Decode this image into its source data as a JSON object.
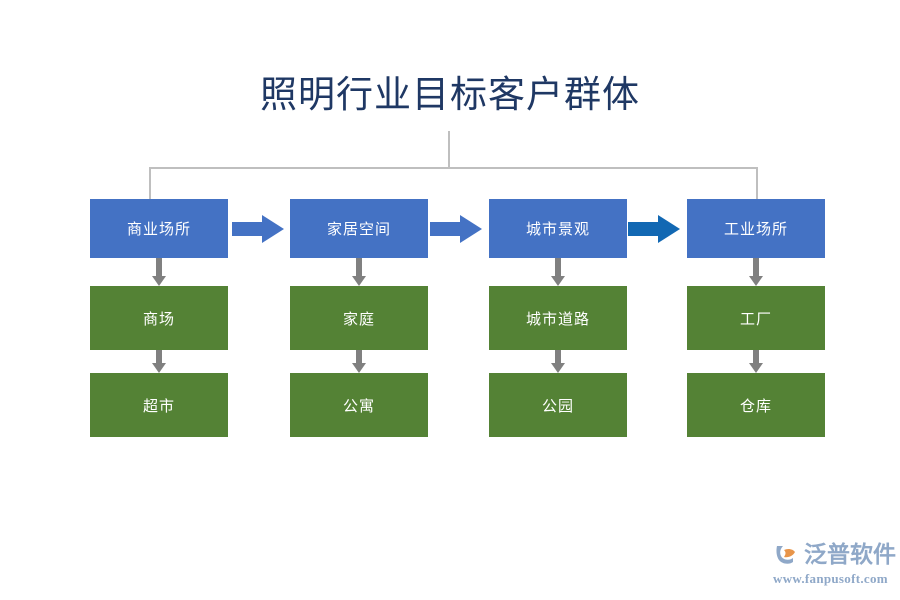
{
  "title": "照明行业目标客户群体",
  "colors": {
    "title_text": "#1f3864",
    "head_box": "#4472c4",
    "sub_box": "#548235",
    "arrow_blue": "#4472c4",
    "arrow_blue_dark": "#1268b3",
    "arrow_gray": "#808080",
    "bracket_gray": "#bfbfbf",
    "box_text": "#ffffff",
    "logo_text": "#8fa8c8",
    "logo_accent": "#e8954a"
  },
  "columns": [
    {
      "head": "商业场所",
      "sub1": "商场",
      "sub2": "超市"
    },
    {
      "head": "家居空间",
      "sub1": "家庭",
      "sub2": "公寓"
    },
    {
      "head": "城市景观",
      "sub1": "城市道路",
      "sub2": "公园"
    },
    {
      "head": "工业场所",
      "sub1": "工厂",
      "sub2": "仓库"
    }
  ],
  "flow_arrows": [
    {
      "name": "arrow-commercial-to-home",
      "color": "#4472c4"
    },
    {
      "name": "arrow-home-to-city",
      "color": "#4472c4"
    },
    {
      "name": "arrow-city-to-industrial",
      "color": "#1268b3"
    }
  ],
  "logo": {
    "brand": "泛普软件",
    "url": "www.fanpusoft.com"
  }
}
